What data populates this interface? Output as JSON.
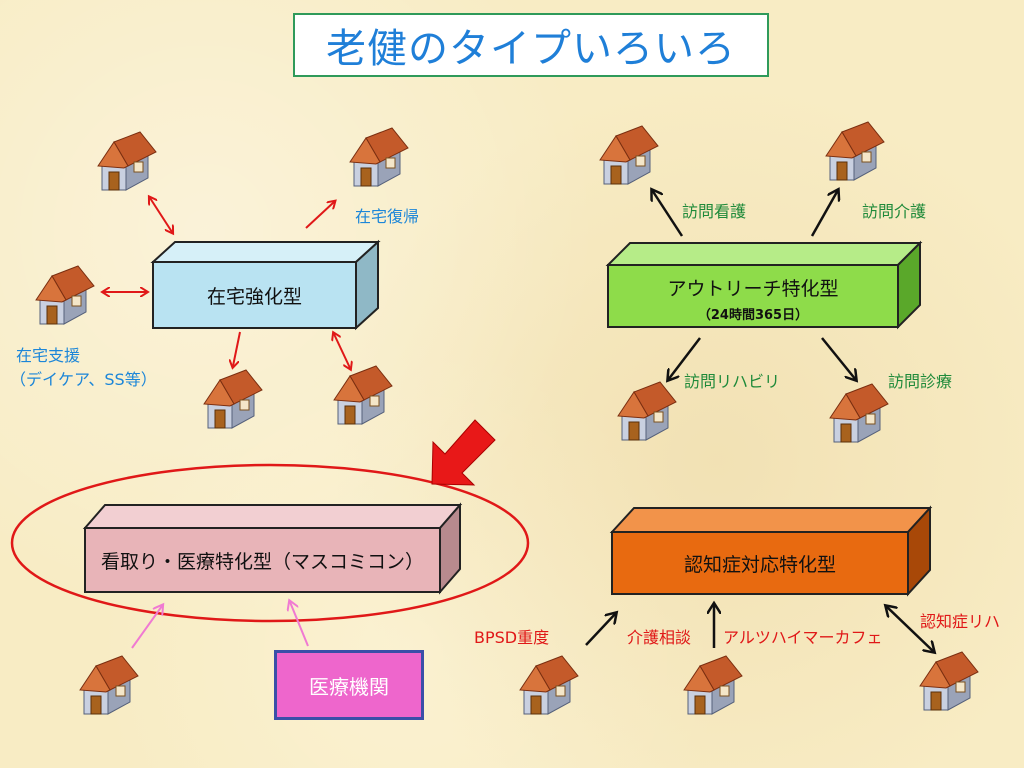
{
  "title": "老健のタイプいろいろ",
  "boxes": {
    "home_enhanced": "在宅強化型",
    "outreach": "アウトリーチ特化型",
    "outreach_sub": "（24時間365日）",
    "terminal": "看取り・医療特化型（マスコミコン）",
    "dementia": "認知症対応特化型",
    "clinic": "医療機関"
  },
  "labels": {
    "return_home": "在宅復帰",
    "home_support_1": "在宅支援",
    "home_support_2": "（デイケア、SS等）",
    "visit_nursing": "訪問看護",
    "visit_care": "訪問介護",
    "visit_rehab": "訪問リハビリ",
    "visit_medical": "訪問診療",
    "bpsd": "BPSD重度",
    "care_consult": "介護相談",
    "alzheimer_cafe": "アルツハイマーカフェ",
    "dementia_rehab": "認知症リハ"
  },
  "colors": {
    "home_box": "#b9e3f2",
    "outreach_box": "#8edc4a",
    "terminal_box": "#e8b4b8",
    "dementia_box": "#e86a10",
    "clinic_box": "#ee66cc",
    "arrow_red": "#e01818",
    "arrow_pink": "#f07ad2",
    "arrow_black": "#111111",
    "ellipse": "#e01818"
  },
  "icons": [
    "house-icon"
  ]
}
